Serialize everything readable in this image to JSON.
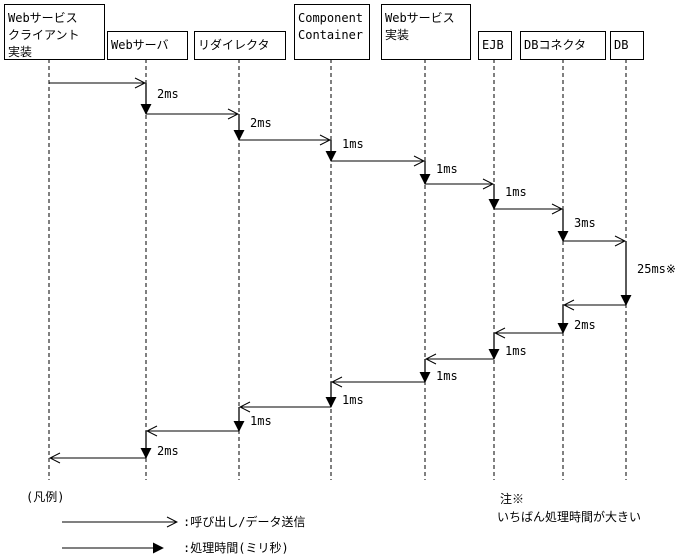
{
  "participants": [
    {
      "id": "client",
      "lines": [
        "Webサービス",
        "クライアント",
        "実装"
      ]
    },
    {
      "id": "web",
      "lines": [
        "Webサーバ"
      ]
    },
    {
      "id": "redirector",
      "lines": [
        "リダイレクタ"
      ]
    },
    {
      "id": "container",
      "lines": [
        "Component",
        "Container"
      ]
    },
    {
      "id": "ws",
      "lines": [
        "Webサービス",
        "実装"
      ]
    },
    {
      "id": "ejb",
      "lines": [
        "EJB"
      ]
    },
    {
      "id": "dbconn",
      "lines": [
        "DBコネクタ"
      ]
    },
    {
      "id": "db",
      "lines": [
        "DB"
      ]
    }
  ],
  "calls": [
    {
      "from": "client",
      "to": "web"
    },
    {
      "from": "web",
      "to": "redirector"
    },
    {
      "from": "redirector",
      "to": "container"
    },
    {
      "from": "container",
      "to": "ws"
    },
    {
      "from": "ws",
      "to": "ejb"
    },
    {
      "from": "ejb",
      "to": "dbconn"
    },
    {
      "from": "dbconn",
      "to": "db"
    },
    {
      "from": "db",
      "to": "dbconn"
    },
    {
      "from": "dbconn",
      "to": "ejb"
    },
    {
      "from": "ejb",
      "to": "ws"
    },
    {
      "from": "ws",
      "to": "container"
    },
    {
      "from": "container",
      "to": "redirector"
    },
    {
      "from": "redirector",
      "to": "web"
    },
    {
      "from": "web",
      "to": "client"
    }
  ],
  "processing": [
    {
      "participant": "web",
      "label": "2ms"
    },
    {
      "participant": "redirector",
      "label": "2ms"
    },
    {
      "participant": "container",
      "label": "1ms"
    },
    {
      "participant": "ws",
      "label": "1ms"
    },
    {
      "participant": "ejb",
      "label": "1ms"
    },
    {
      "participant": "dbconn",
      "label": "3ms"
    },
    {
      "participant": "db",
      "label": "25ms※"
    },
    {
      "participant": "dbconn",
      "label": "2ms"
    },
    {
      "participant": "ejb",
      "label": "1ms"
    },
    {
      "participant": "ws",
      "label": "1ms"
    },
    {
      "participant": "container",
      "label": "1ms"
    },
    {
      "participant": "redirector",
      "label": "1ms"
    },
    {
      "participant": "web",
      "label": "2ms"
    }
  ],
  "legend": {
    "title": "(凡例)",
    "call_label": ":呼び出し/データ送信",
    "time_label": ":処理時間(ミリ秒)"
  },
  "note": {
    "title": "注※",
    "text": "いちばん処理時間が大きい"
  }
}
